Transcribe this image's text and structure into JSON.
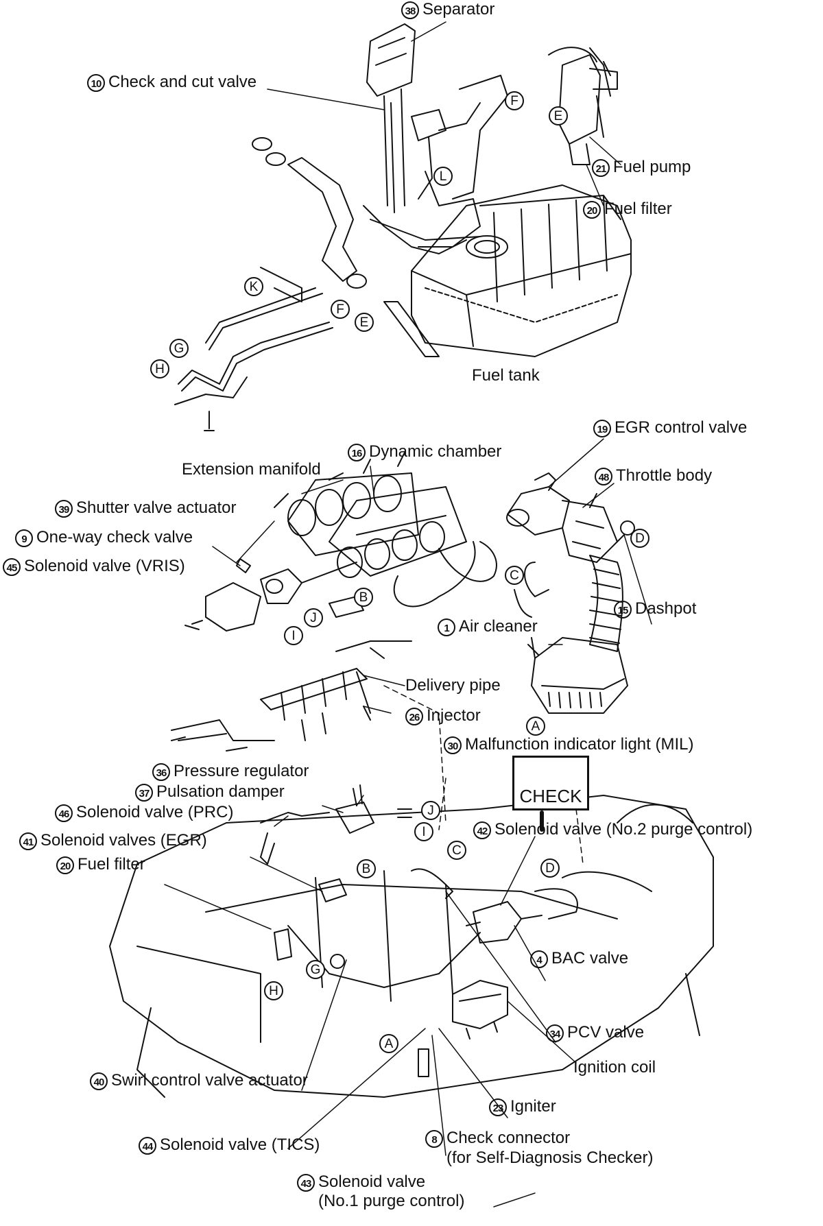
{
  "labels": {
    "separator": {
      "num": "38",
      "text": "Separator"
    },
    "check_cut_valve": {
      "num": "10",
      "text": "Check and cut valve"
    },
    "fuel_pump": {
      "num": "21",
      "text": "Fuel pump"
    },
    "fuel_filter_top": {
      "num": "20",
      "text": "Fuel filter"
    },
    "fuel_tank": {
      "text": "Fuel tank"
    },
    "egr_control_valve": {
      "num": "19",
      "text": "EGR control valve"
    },
    "dynamic_chamber": {
      "num": "16",
      "text": "Dynamic chamber"
    },
    "extension_manifold": {
      "text": "Extension manifold"
    },
    "throttle_body": {
      "num": "48",
      "text": "Throttle body"
    },
    "shutter_valve_actuator": {
      "num": "39",
      "text": "Shutter valve actuator"
    },
    "one_way_check_valve": {
      "num": "9",
      "text": "One-way check valve"
    },
    "solenoid_vris": {
      "num": "45",
      "text": "Solenoid valve (VRIS)"
    },
    "dashpot": {
      "num": "15",
      "text": "Dashpot"
    },
    "air_cleaner": {
      "num": "1",
      "text": "Air cleaner"
    },
    "delivery_pipe": {
      "text": "Delivery pipe"
    },
    "injector": {
      "num": "26",
      "text": "Injector"
    },
    "mil": {
      "num": "30",
      "text": "Malfunction indicator light (MIL)"
    },
    "pressure_regulator": {
      "num": "36",
      "text": "Pressure regulator"
    },
    "pulsation_damper": {
      "num": "37",
      "text": "Pulsation damper"
    },
    "solenoid_prc": {
      "num": "46",
      "text": "Solenoid valve (PRC)"
    },
    "solenoid_egr": {
      "num": "41",
      "text": "Solenoid valves (EGR)"
    },
    "fuel_filter_bottom": {
      "num": "20",
      "text": "Fuel filter"
    },
    "solenoid_purge2": {
      "num": "42",
      "text": "Solenoid valve (No.2 purge control)"
    },
    "bac_valve": {
      "num": "4",
      "text": "BAC valve"
    },
    "pcv_valve": {
      "num": "34",
      "text": "PCV valve"
    },
    "ignition_coil": {
      "text": "Ignition coil"
    },
    "swirl_actuator": {
      "num": "40",
      "text": "Swirl control valve actuator"
    },
    "igniter": {
      "num": "23",
      "text": "Igniter"
    },
    "solenoid_tics": {
      "num": "44",
      "text": "Solenoid valve (TICS)"
    },
    "check_connector": {
      "num": "8",
      "text": "Check connector",
      "text2": "(for Self-Diagnosis Checker)"
    },
    "solenoid_purge1": {
      "num": "43",
      "text": "Solenoid valve",
      "text2": "(No.1 purge control)"
    }
  },
  "mil_box": {
    "text": "CHECK",
    "icon": "engine-check-icon"
  },
  "connectors": {
    "F_top": "F",
    "E_top": "E",
    "L": "L",
    "K": "K",
    "F_mid": "F",
    "E_mid": "E",
    "G_top": "G",
    "H_top": "H",
    "B_mid": "B",
    "C_mid": "C",
    "D_mid": "D",
    "I_mid": "I",
    "J_mid": "J",
    "A_mid": "A",
    "J_low": "J",
    "I_low": "I",
    "B_low": "B",
    "C_low": "C",
    "D_low": "D",
    "G_low": "G",
    "H_low": "H",
    "A_low": "A"
  }
}
